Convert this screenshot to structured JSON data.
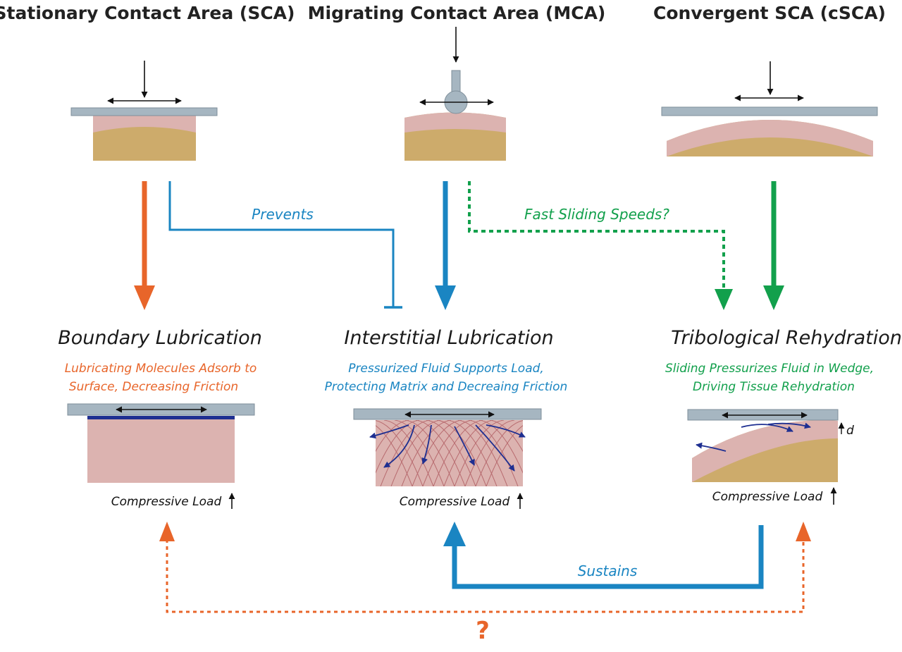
{
  "headers": {
    "sca": "Stationary Contact Area (SCA)",
    "mca": "Migrating Contact Area (MCA)",
    "csca": "Convergent SCA (cSCA)"
  },
  "mechanisms": {
    "boundary": {
      "title": "Boundary Lubrication",
      "desc_line1": "Lubricating Molecules Adsorb to",
      "desc_line2": "Surface, Decreasing Friction",
      "load_label": "Compressive Load"
    },
    "interstitial": {
      "title": "Interstitial Lubrication",
      "desc_line1": "Pressurized Fluid Supports Load,",
      "desc_line2": "Protecting Matrix and Decreaing Friction",
      "load_label": "Compressive Load"
    },
    "rehydration": {
      "title": "Tribological Rehydration",
      "desc_line1": "Sliding Pressurizes Fluid  in Wedge,",
      "desc_line2": "Driving Tissue Rehydration",
      "load_label": "Compressive Load",
      "gap_label": "d"
    }
  },
  "connectors": {
    "prevents": "Prevents",
    "fast_sliding": "Fast Sliding Speeds?",
    "sustains": "Sustains",
    "unknown": "?"
  },
  "colors": {
    "orange": "#e8652a",
    "blue": "#1a85c2",
    "green": "#12a04c",
    "cartilage_pink": "#dcb3b0",
    "bone_tan": "#cdab6b",
    "plate_gray": "#a6b6c1",
    "flow_arrow": "#1e2f91"
  },
  "icons": {
    "load_arrow": "down-arrow-icon",
    "slide_arrow": "double-headed-arrow-icon",
    "flow_arrow": "curved-arrow-icon"
  }
}
